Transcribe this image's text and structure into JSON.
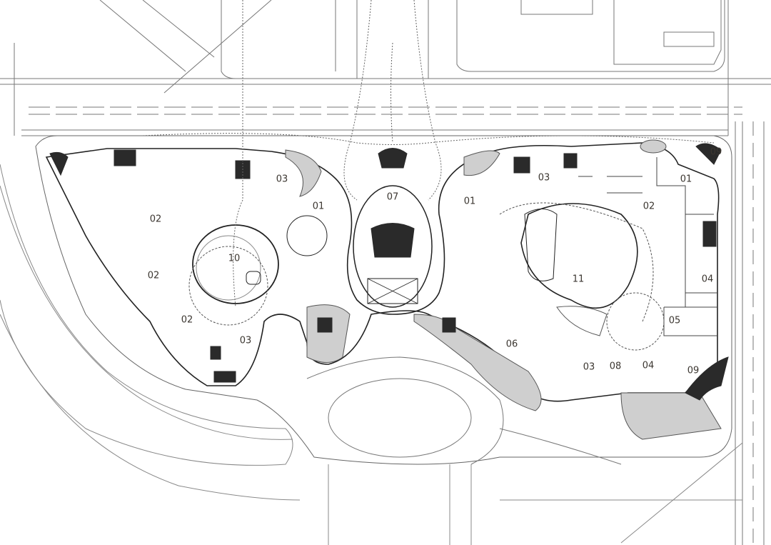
{
  "colors": {
    "line": "#555555",
    "fill_grey": "#cfcfcf",
    "dark": "#2a2a2a",
    "label": "#3b3630"
  },
  "labels": [
    {
      "id": "a",
      "text": "03"
    },
    {
      "id": "b",
      "text": "01"
    },
    {
      "id": "c",
      "text": "07"
    },
    {
      "id": "d",
      "text": "01"
    },
    {
      "id": "e",
      "text": "03"
    },
    {
      "id": "f",
      "text": "01"
    },
    {
      "id": "g",
      "text": "09"
    },
    {
      "id": "h",
      "text": "02"
    },
    {
      "id": "i",
      "text": "02"
    },
    {
      "id": "j",
      "text": "10"
    },
    {
      "id": "k",
      "text": "02"
    },
    {
      "id": "l",
      "text": "11"
    },
    {
      "id": "m",
      "text": "04"
    },
    {
      "id": "n",
      "text": "02"
    },
    {
      "id": "o",
      "text": "03"
    },
    {
      "id": "p",
      "text": "05"
    },
    {
      "id": "q",
      "text": "06"
    },
    {
      "id": "r",
      "text": "03"
    },
    {
      "id": "s",
      "text": "08"
    },
    {
      "id": "t",
      "text": "04"
    },
    {
      "id": "u",
      "text": "09"
    }
  ]
}
